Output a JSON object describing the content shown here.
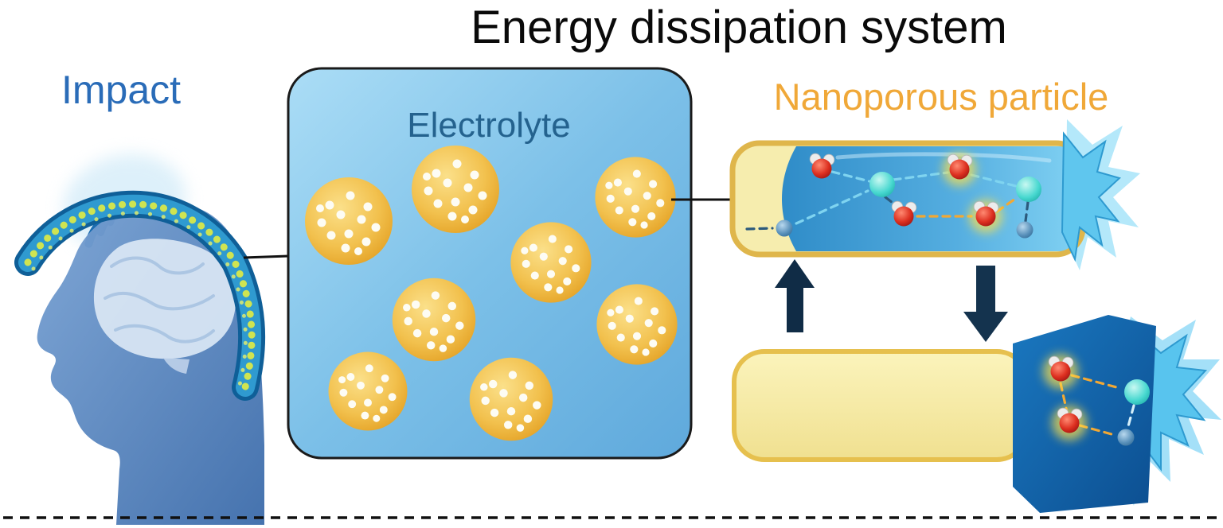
{
  "title": "Energy dissipation system",
  "labels": {
    "impact": "Impact",
    "electrolyte": "Electrolyte",
    "nanoporous": "Nanoporous particle"
  },
  "colors": {
    "title_text": "#0a0a0a",
    "impact_text": "#2a6cb8",
    "electrolyte_text": "#24628e",
    "nanoporous_text": "#f0a838",
    "particle_yellow": "#eeb02e",
    "electrolyte_box_blue": "#7cc0e8",
    "tube_border_yellow": "#e2b84e",
    "tube_fill_yellow": "#f7eeae",
    "water_red": "#c81818",
    "cation_cyan": "#30ccc4",
    "anion_blue": "#4080b0",
    "arrow_navy": "#102c46",
    "splash_blue": "#5fc6ee"
  },
  "icons": {
    "impact_waves": "impact-waves-icon",
    "arrow_up": "arrow-up-icon",
    "arrow_down": "arrow-down-icon"
  }
}
